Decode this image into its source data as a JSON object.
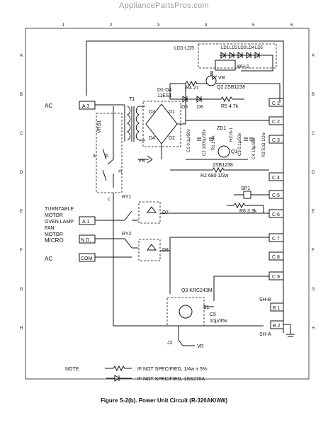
{
  "watermark": "AppliancePartsPros.com",
  "caption": "Figure S-2(b). Power Unit Circuit (R-320AK/AW)",
  "ruler_letters": [
    "A",
    "B",
    "C",
    "D",
    "E",
    "F",
    "G",
    "H"
  ],
  "ruler_numbers": [
    "1",
    "2",
    "3",
    "4",
    "5",
    "6"
  ],
  "terminals_left": [
    {
      "id": "A 3",
      "label": "AC"
    },
    {
      "id": "A 1",
      "label": "TURNTABLE\nMOTOR\nOVEN LAMP\nFAN\nMOTOR"
    },
    {
      "id": "N.O.",
      "label": "MICRO"
    },
    {
      "id": "COM",
      "label": "AC"
    }
  ],
  "terminals_right": [
    "C 1",
    "C 2",
    "C 3",
    "C 4",
    "C 5",
    "C 6",
    "C 7",
    "C 8",
    "C 9",
    "B 1",
    "B 2"
  ],
  "components": {
    "leds": "LD1-LD5",
    "led_names": [
      "LD1",
      "LD2",
      "LD3",
      "LD4",
      "LD5"
    ],
    "wh": "WH-1",
    "vr": "VR",
    "r4": "R4 27",
    "q2": "Q2 2SB1238",
    "d5": "D5",
    "d6": "D6",
    "r5": "R5 4.7k",
    "bridge": "D1-D4",
    "bridge2": "11ES1",
    "d1": "D1",
    "d2": "D2",
    "d3": "D3",
    "d4": "D4",
    "t1": "T1",
    "vrs1": "VRS1",
    "j1": "J1",
    "sw_a": "a",
    "sw_b": "b",
    "sw_c": "c",
    "c1": "C1 0.1µ/50v",
    "c2": "C2 1000µ/35v",
    "r1": "R1 2.4k",
    "zd1": "ZD1",
    "zd1_val": "HZ16-1",
    "q1": "Q1",
    "q1_type": "2SB1238",
    "c3": "C3 0.1µ/50v",
    "c4": "C4 10µ/35v",
    "r3": "R3 51Ω 1/2w",
    "r2": "R2 680 1/2w",
    "sp1": "SP1",
    "r6": "R6 3.3k",
    "ry1": "RY1",
    "ry2": "RY2",
    "d7": "D7",
    "d8": "D8",
    "q3": "Q3 KRC243M",
    "c5": "C5",
    "c5_val": "10µ/35v",
    "j2": "J2",
    "b1": "B1",
    "sh_b": "SH-B",
    "sh_a": "SH-A"
  },
  "note": {
    "title": "NOTE",
    "line1": ": IF NOT SPECIFIED, 1/4w ± 5%",
    "line2": ": IF NOT SPECIFIED, 1SS270A"
  }
}
